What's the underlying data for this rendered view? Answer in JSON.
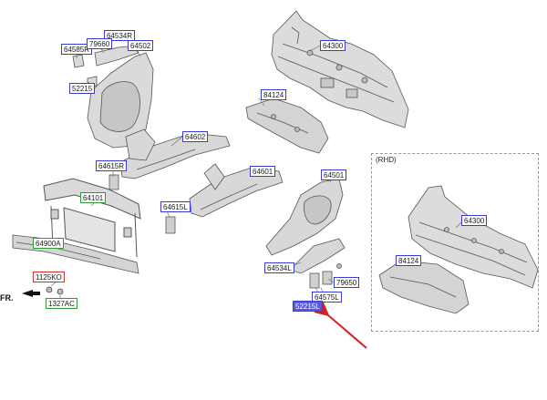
{
  "rhd_title": "(RHD)",
  "fr_label": "FR.",
  "labels": [
    {
      "id": "64534R",
      "text": "64534R",
      "color": "blue"
    },
    {
      "id": "64585R",
      "text": "64585R",
      "color": "blue"
    },
    {
      "id": "79660",
      "text": "79660",
      "color": "blue"
    },
    {
      "id": "64502",
      "text": "64502",
      "color": "blue"
    },
    {
      "id": "52215",
      "text": "52215",
      "color": "blue"
    },
    {
      "id": "64300",
      "text": "64300",
      "color": "blue"
    },
    {
      "id": "84124",
      "text": "84124",
      "color": "blue"
    },
    {
      "id": "64602",
      "text": "64602",
      "color": "blue"
    },
    {
      "id": "64615R",
      "text": "64615R",
      "color": "blue"
    },
    {
      "id": "64601",
      "text": "64601",
      "color": "blue"
    },
    {
      "id": "64501",
      "text": "64501",
      "color": "blue"
    },
    {
      "id": "64101",
      "text": "64101",
      "color": "green"
    },
    {
      "id": "64615L",
      "text": "64615L",
      "color": "blue"
    },
    {
      "id": "64900A",
      "text": "64900A",
      "color": "green"
    },
    {
      "id": "1125KO",
      "text": "1125KO",
      "color": "red"
    },
    {
      "id": "1327AC",
      "text": "1327AC",
      "color": "green"
    },
    {
      "id": "64534L",
      "text": "64534L",
      "color": "blue"
    },
    {
      "id": "79650",
      "text": "79650",
      "color": "blue"
    },
    {
      "id": "64575L",
      "text": "64575L",
      "color": "blue"
    },
    {
      "id": "52215L",
      "text": "52215L",
      "color": "filled"
    },
    {
      "id": "64300RHD",
      "text": "64300",
      "color": "blue"
    },
    {
      "id": "84124RHD",
      "text": "84124",
      "color": "blue"
    }
  ]
}
